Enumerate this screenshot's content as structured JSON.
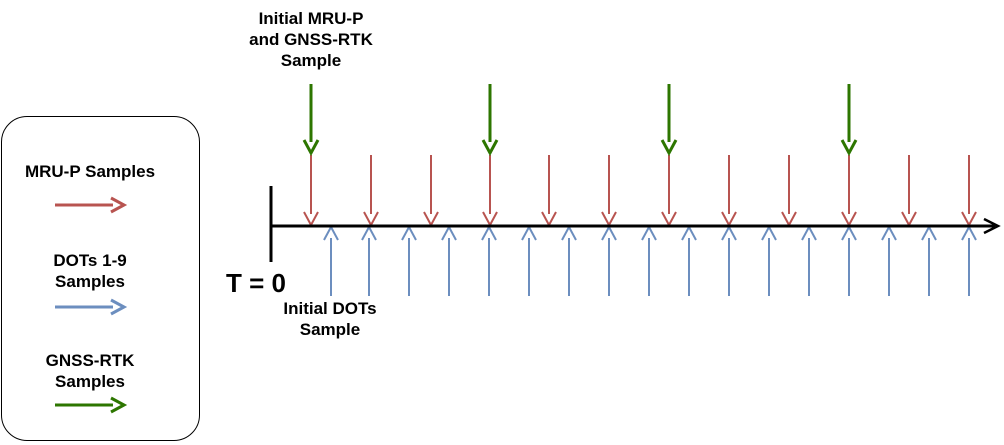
{
  "labels": {
    "initial_mru_gnss_line1": "Initial MRU-P",
    "initial_mru_gnss_line2": "and GNSS-RTK",
    "initial_mru_gnss_line3": "Sample",
    "t_zero": "T = 0",
    "initial_dots_line1": "Initial DOTs",
    "initial_dots_line2": "Sample"
  },
  "legend": {
    "mru_label": "MRU-P Samples",
    "dots_label_line1": "DOTs 1-9",
    "dots_label_line2": "Samples",
    "gnss_label_line1": "GNSS-RTK",
    "gnss_label_line2": "Samples"
  },
  "colors": {
    "mru": "#b85450",
    "dots": "#6c8ebf",
    "gnss": "#2d7600",
    "axis": "#000000"
  }
}
